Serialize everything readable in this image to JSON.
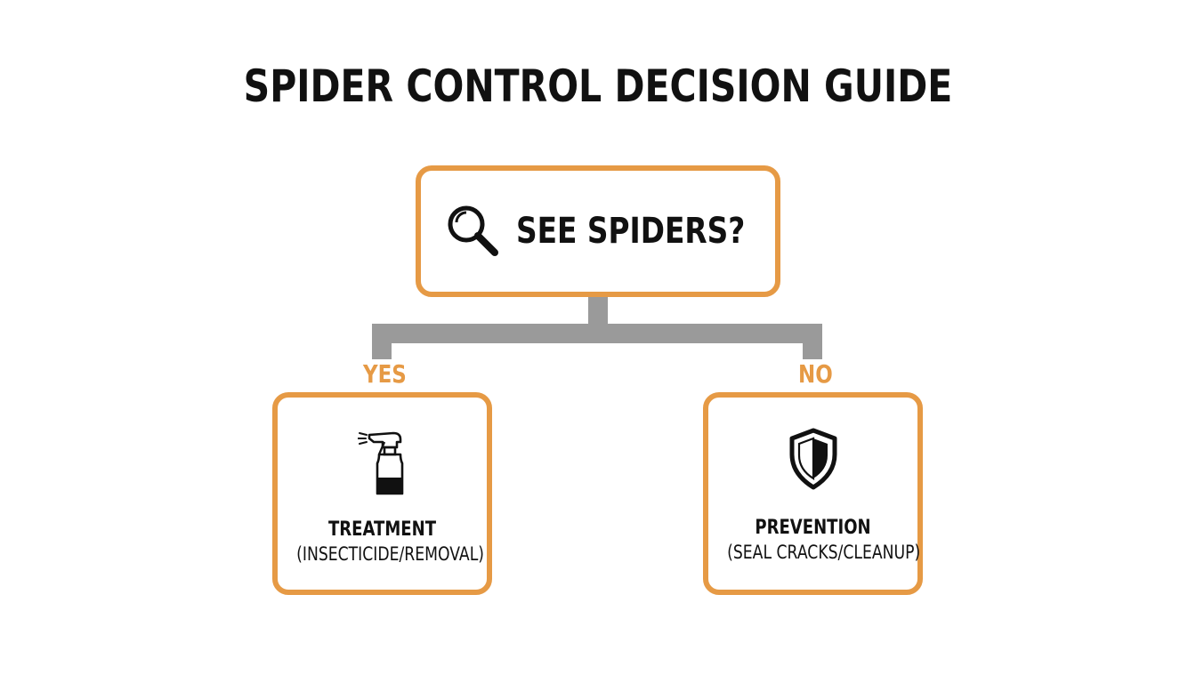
{
  "title": "SPIDER CONTROL DECISION GUIDE",
  "question": {
    "icon": "magnifier-icon",
    "text": "SEE SPIDERS?"
  },
  "branches": {
    "yes": {
      "label": "YES",
      "icon": "spray-bottle-icon",
      "title": "TREATMENT",
      "detail": "(INSECTICIDE/REMOVAL)"
    },
    "no": {
      "label": "NO",
      "icon": "shield-icon",
      "title": "PREVENTION",
      "detail": "(SEAL CRACKS/CLEANUP)"
    }
  },
  "colors": {
    "accent": "#E69A45",
    "connector": "#9A9A9A",
    "text": "#111111",
    "background": "#FFFFFF"
  }
}
